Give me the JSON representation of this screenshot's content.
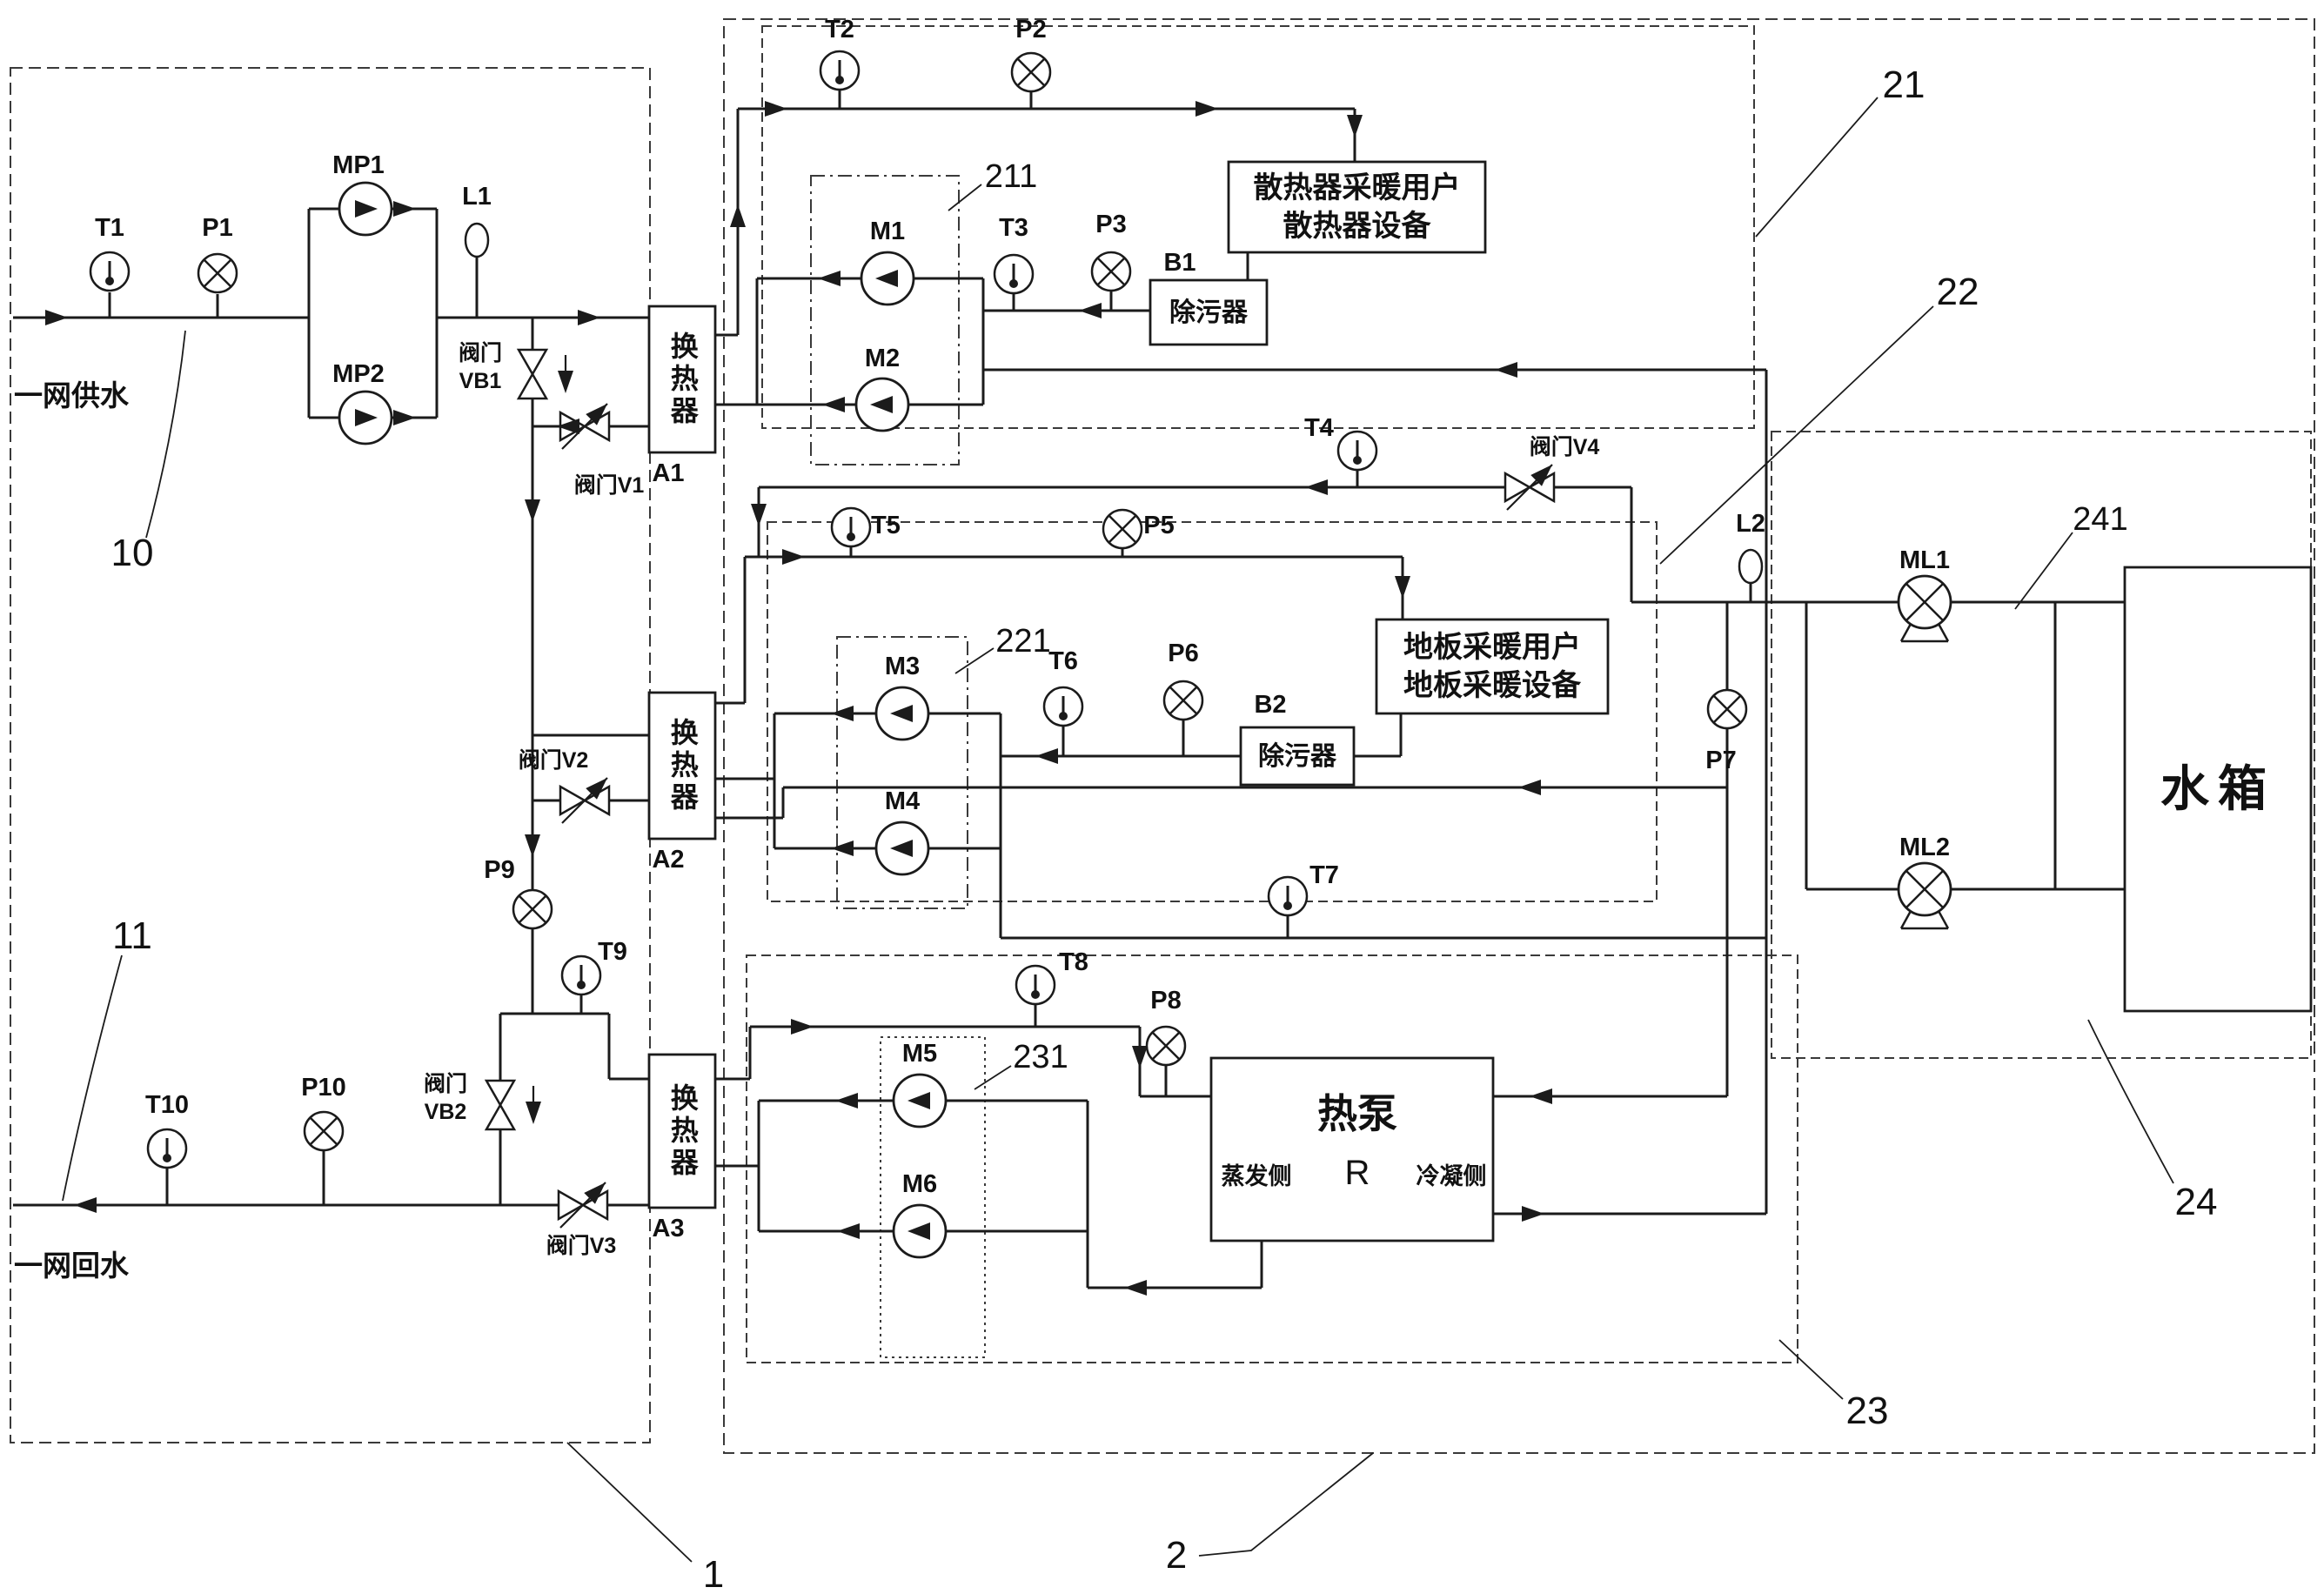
{
  "zones": {
    "z1": "1",
    "z2": "2",
    "z10": "10",
    "z11": "11",
    "z21": "21",
    "z22": "22",
    "z23": "23",
    "z24": "24",
    "z211": "211",
    "z221": "221",
    "z231": "231",
    "z241": "241"
  },
  "primary": {
    "supply_label": "一网供水",
    "return_label": "一网回水",
    "t1": "T1",
    "p1": "P1",
    "t10": "T10",
    "p10": "P10",
    "p9": "P9",
    "t9": "T9",
    "mp1": "MP1",
    "mp2": "MP2",
    "l1": "L1",
    "valve_word": "阀门",
    "vb1": "VB1",
    "vb2": "VB2",
    "v1": "阀门V1",
    "v2": "阀门V2",
    "v3": "阀门V3"
  },
  "exchangers": {
    "label": "换热器",
    "a1": "A1",
    "a2": "A2",
    "a3": "A3"
  },
  "circuit21": {
    "t2": "T2",
    "p2": "P2",
    "t3": "T3",
    "p3": "P3",
    "m1": "M1",
    "m2": "M2",
    "b1": "B1",
    "separator": "除污器",
    "user_line1": "散热器采暖用户",
    "user_line2": "散热器设备"
  },
  "circuit22": {
    "t4": "T4",
    "v4": "阀门V4",
    "t5": "T5",
    "p5": "P5",
    "t6": "T6",
    "p6": "P6",
    "m3": "M3",
    "m4": "M4",
    "b2": "B2",
    "separator": "除污器",
    "user_line1": "地板采暖用户",
    "user_line2": "地板采暖设备"
  },
  "circuit23": {
    "t7": "T7",
    "t8": "T8",
    "p8": "P8",
    "m5": "M5",
    "m6": "M6",
    "heat_pump": "热泵",
    "model": "R",
    "evap_side": "蒸发侧",
    "cond_side": "冷凝侧"
  },
  "circuit24": {
    "l2": "L2",
    "p7": "P7",
    "ml1": "ML1",
    "ml2": "ML2",
    "tank": "水箱"
  }
}
